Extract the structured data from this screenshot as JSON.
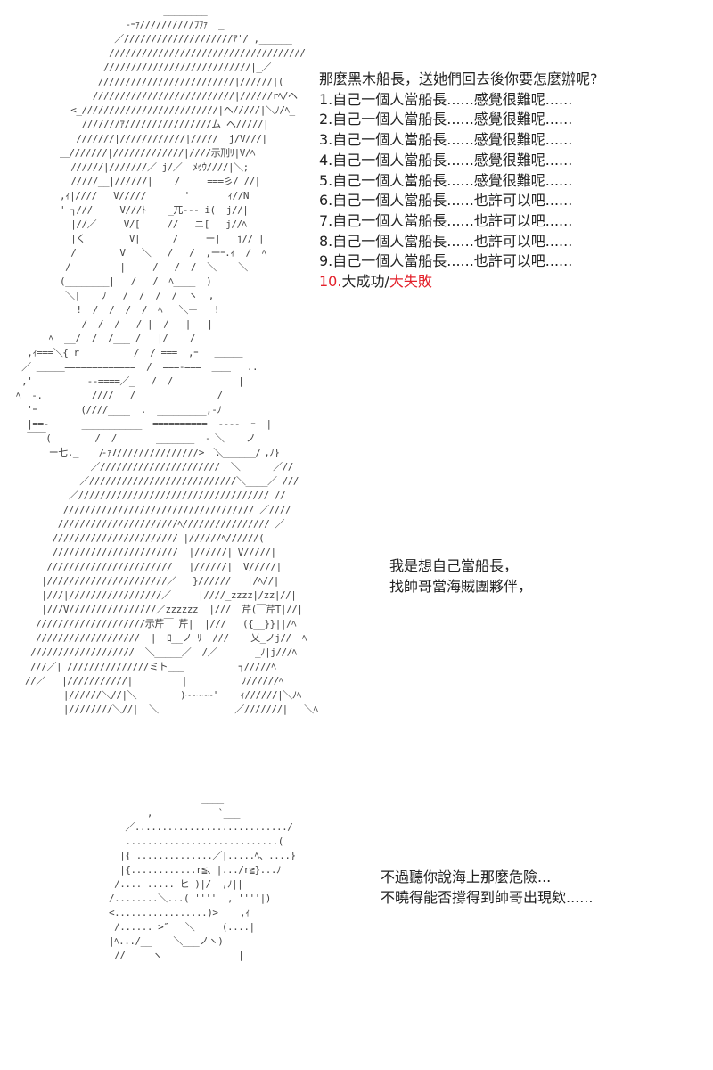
{
  "panel1": {
    "art": "                           ________\n                    -ｰｧ//////////ﾌﾌｧ  _\n                  ／////////////////////ｱ'/ ,______\n                 ////////////////////////////////////\n                ///////////////////////////|_／\n               /////////////////////////|//////|(\n              //////////////////////////|//////rﾍ/ヘ\n          <_/////////////////////////|ヘ/////|＼ﾉ/ﾍ_\n            ///////ｱ////////////////ム ヘ/////|\n           ///////|////////////|/////__j/V///|\n        ＿///////|/////////////|////示刑ﾘ|V/ﾍ\n          //////|///////／ j/／  ﾒｩｳ////|＼;\n          /////__|//////|    /     ===彡/ //|\n        ,ｨ|////   V/////       '       ｨ//N\n        ' ┐///     V///ﾄ    _兀--- i(  j//|\n          |//／     V/[     //   ニ[   j//ﾍ\n          |く        V|      /     ー|   j// |\n          /        V   ＼   /   /  ,ーｰ.ｨ  /  ﾍ\n         /         |     /   /  /  ＼    ＼\n        (________|   /   /  ﾍ____  )\n         ＼|    ﾉ   /  /  /  /  ヽ  ,\n           !  /  /  /  /  ﾍ   ＼ー   !\n            /  /  /   / |  /   |   |\n      ﾍ  __/  /  /___ /   |/    /\n  ,ｨ===＼{ r__________/  / ===  ,ｰ   ＿＿＿\n ／ ＿＿＿=============  /  ===-===  ＿＿   ..\n ,'          --====／_   /  /            |\nﾍ  -.         ////   /               /\n  'ｰ        (////____  .  _________,-ﾉ\n  |==-      ___________  ==========  ----  ｰ  |\n  ￣￣(        /  /                  ＼    ノ\n      ー七._  ＿/                    ＼______/",
    "question": "那麼黑木船長，送她們回去後你要怎麼辦呢?",
    "options": [
      "1.自己一個人當船長......感覺很難呢......",
      "2.自己一個人當船長......感覺很難呢......",
      "3.自己一個人當船長......感覺很難呢......",
      "4.自己一個人當船長......感覺很難呢......",
      "5.自己一個人當船長......感覺很難呢......",
      "6.自己一個人當船長......也許可以吧......",
      "7.自己一個人當船長......也許可以吧......",
      "8.自己一個人當船長......也許可以吧......",
      "9.自己一個人當船長......也許可以吧......"
    ],
    "last_option": {
      "number": "10.",
      "success": "大成功",
      "separator": "/",
      "failure": "大失敗"
    }
  },
  "panel2": {
    "art": "                        _______  -\n              -ｧ7///////////////>  .        ,ﾉ}\n            ／//////////////////////  ＼      ／//\n          ／///////////////////////////＼____／ ///\n        ／/////////////////////////////////// //\n       /////////////////////////////////// ／////\n      //////////////////////ﾍ//////////////// ／\n     /////////////////////// |//////ﾍ//////(\n     ///////////////////////  |//////| V/////|\n    ///////////////////////   |//////|  V/////|\n   |//////////////////////／   }//////   |/ﾍ//|\n   |///|/////////////////／     |////_zzzz|/zz|//|\n   |///V////////////////／zzzzzz  |///  芹(￣芹T|//|\n  ////////////////////示芹￣ 芹|  |///   ({__}}||/ﾍ\n  ///////////////////  |  ﾛ__ノ ﾘ  ///    乂_ノj//  ﾍ\n ///////////////////  ＼_____／  /／       _ﾉ|j///ﾍ\n ///／| ///////////////ミト___          ┐/////ﾍ\n//／   |///////////|         |          ﾉ//////ﾍ\n       |//////＼//|＼        )~-~~~'    ｨ//////|＼ﾉﾍ\n       |////////＼//|  ＼              ／///////|   ＼ﾍ",
    "dialogue": [
      "我是想自己當船長，",
      "找帥哥當海賊團夥伴，"
    ]
  },
  "panel3": {
    "art": "                 ____\n       ,            `___\n   ／............................/\n   ............................(\n  |{ ..............／|.....ﾍ、....}\n  |{............r≦、|.../r≧}...ﾉ\n /.... ..... ヒ )|/  ,ﾉ||\n/........＼...( ''''  , ''''|)\n<.................)>    ,ｨ\n /...... >″   ＼     (....|\n|ﾍ.../__    ＼___ノヽ)\n //     ヽ              |",
    "dialogue": [
      "不過聽你說海上那麼危險...",
      "不曉得能否撐得到帥哥出現欸......"
    ]
  },
  "colors": {
    "text": "#222222",
    "art": "#444444",
    "highlight_red": "#e3212b",
    "background": "#ffffff"
  }
}
